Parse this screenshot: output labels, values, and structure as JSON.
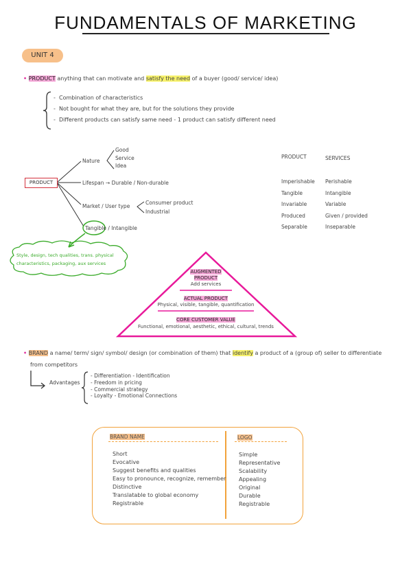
{
  "title": "FUNDAMENTALS OF MARKETING",
  "unit": "UNIT 4",
  "product_def": {
    "term": "PRODUCT",
    "text_a": "anything that can motivate and",
    "highlight": "satisfy the need",
    "text_b": "of a buyer (good/ service/ idea)"
  },
  "product_points": [
    "Combination of characteristics",
    "Not bought for what they are, but for the solutions they provide",
    "Different products can satisfy same need - 1 product can satisfy different need"
  ],
  "diagram": {
    "root": "PRODUCT",
    "nature": "Nature",
    "nature_items": [
      "Good",
      "Service",
      "Idea"
    ],
    "lifespan": "Lifespan → Durable / Non-durable",
    "market": "Market / User type",
    "market_items": [
      "Consumer product",
      "Industrial"
    ],
    "tangible": "Tangible",
    "intangible": "/ Intangible",
    "cloud": [
      "Style, design, tech qualities, trans. physical",
      "characteristics, packaging, aux services"
    ]
  },
  "comparison": {
    "col1_header": "PRODUCT",
    "col2_header": "SERVICES",
    "col1": [
      "Imperishable",
      "Tangible",
      "Invariable",
      "Produced",
      "Separable"
    ],
    "col2": [
      "Perishable",
      "Intangible",
      "Variable",
      "Given / provided",
      "Inseparable"
    ]
  },
  "pyramid": {
    "augmented": [
      "AUGMENTED",
      "PRODUCT"
    ],
    "augmented_sub": "Add services",
    "actual": "ACTUAL PRODUCT",
    "actual_sub": "Physical, visible, tangible, quantification",
    "core": "CORE CUSTOMER VALUE",
    "core_sub": "Functional, emotional, aesthetic, ethical, cultural, trends"
  },
  "brand_def": {
    "term": "BRAND",
    "text_a": "a name/ term/ sign/ symbol/ design (or combination of them) that",
    "highlight": "identify",
    "text_b": "a product of a (group of) seller to differentiate",
    "text_c": "from competitors"
  },
  "advantages": {
    "label": "Advantages",
    "items": [
      "- Differentiation - Identification",
      "- Freedom in pricing",
      "- Commercial strategy",
      "- Loyalty - Emotional Connections"
    ]
  },
  "brand_name": {
    "header": "BRAND NAME",
    "items": [
      "Short",
      "Evocative",
      "Suggest benefits and qualities",
      "Easy to pronounce, recognize, remember",
      "Distinctive",
      "Translatable to global economy",
      "Registrable"
    ]
  },
  "logo": {
    "header": "LOGO",
    "items": [
      "Simple",
      "Representative",
      "Scalability",
      "Appealing",
      "Original",
      "Durable",
      "Registrable"
    ]
  },
  "colors": {
    "pink": "#e8199a",
    "orange": "#f2a23a",
    "green": "#3aab2a",
    "red": "#d3303b"
  }
}
